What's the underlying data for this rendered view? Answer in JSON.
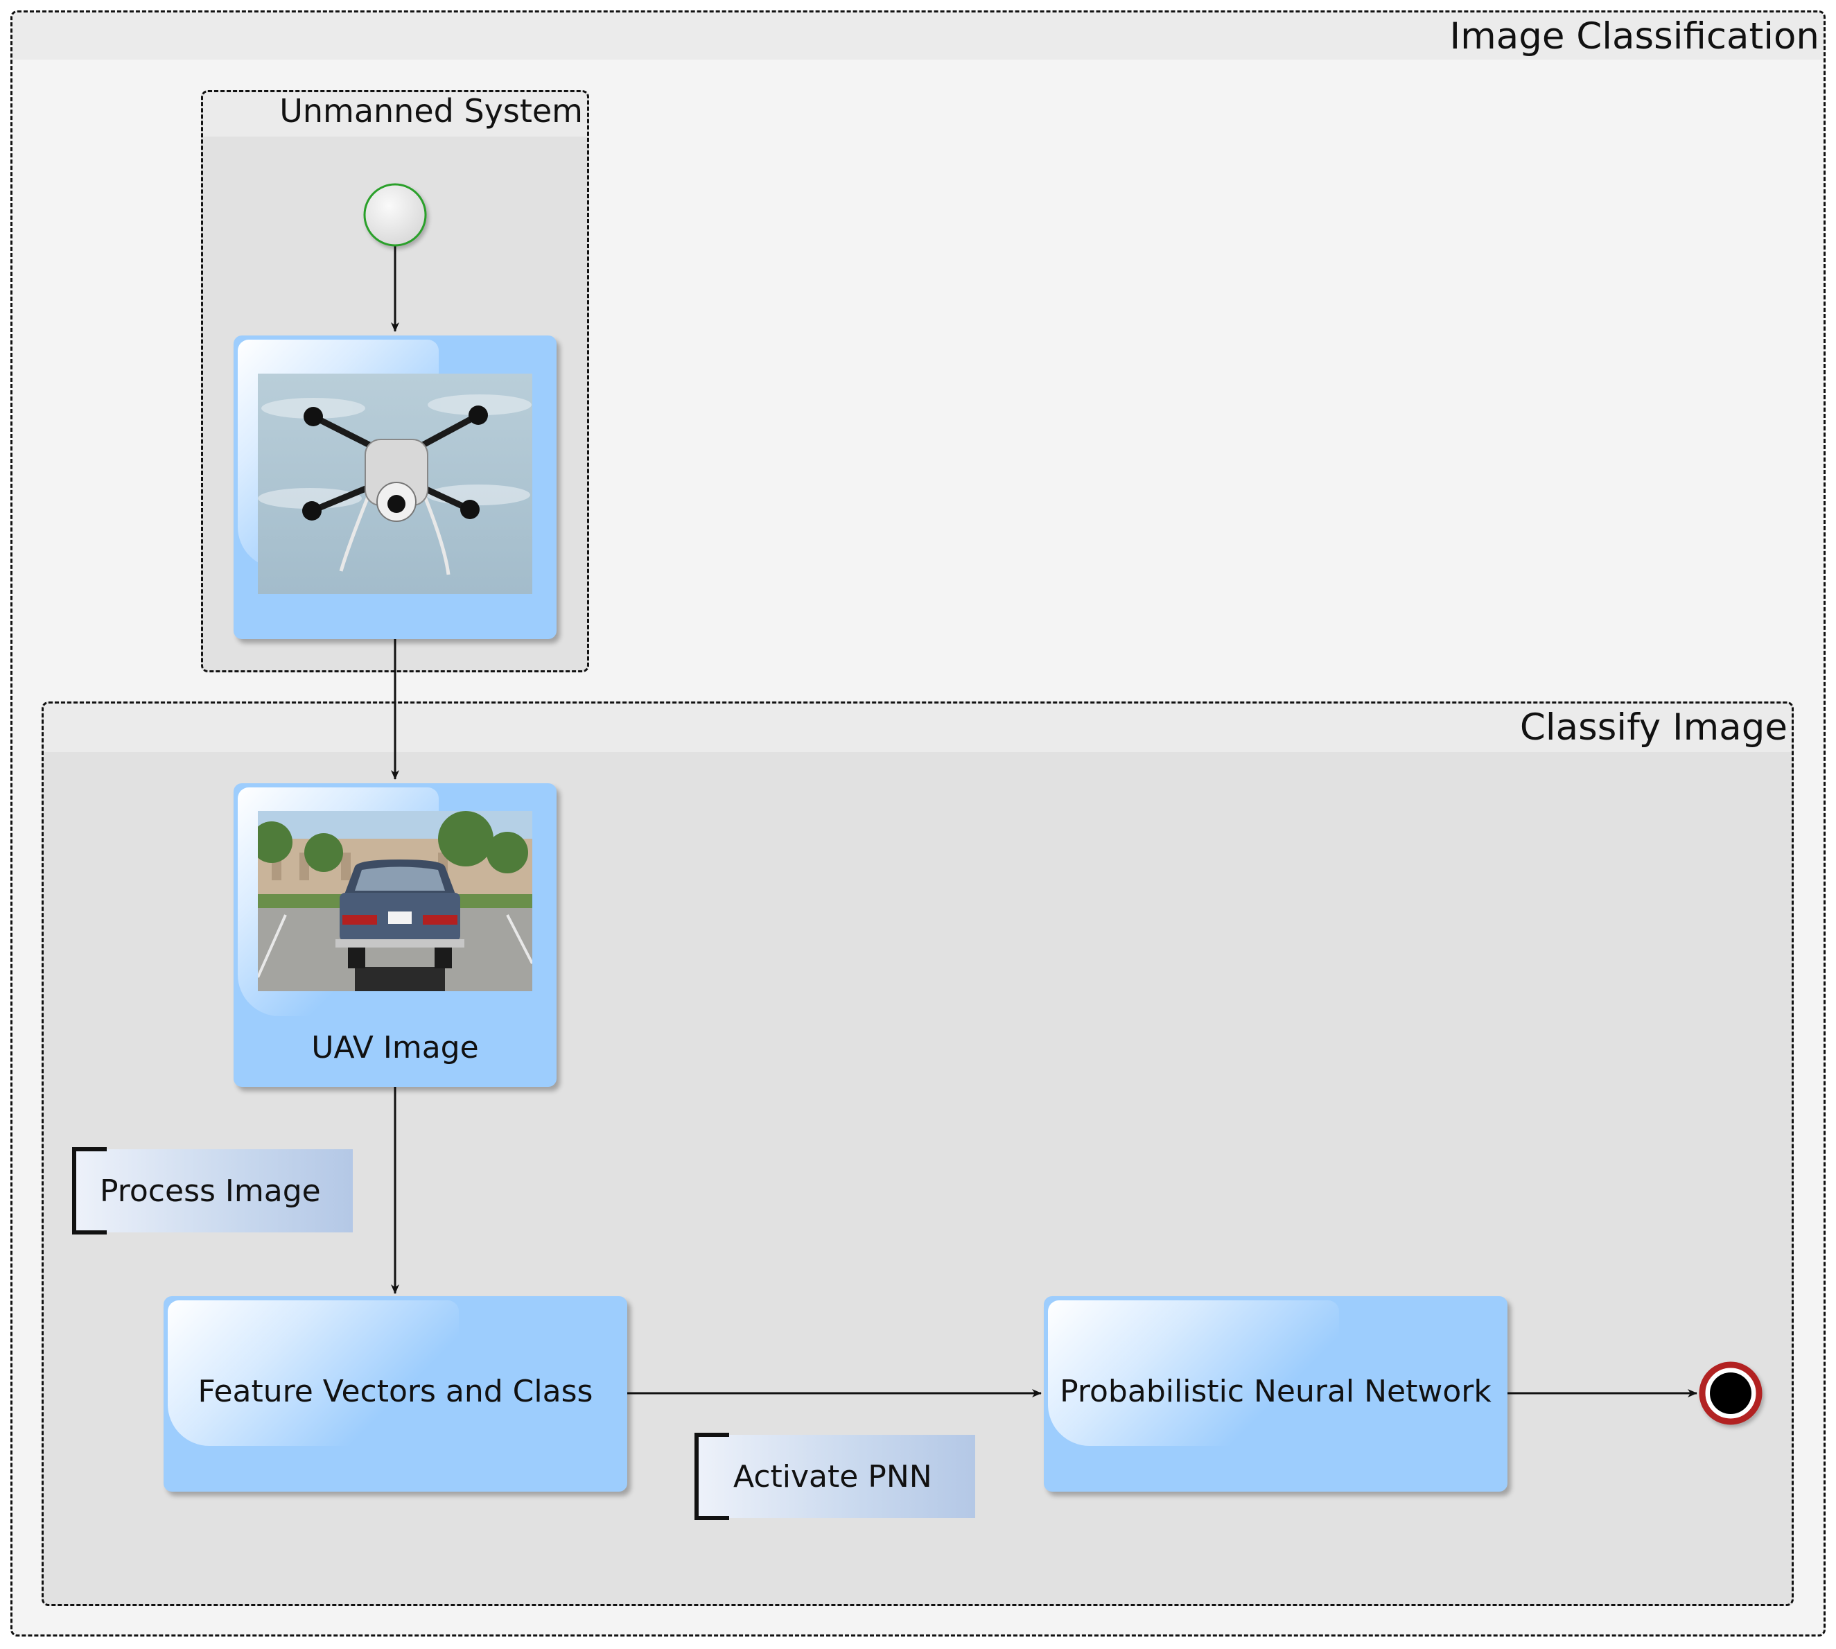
{
  "pools": {
    "outer": {
      "title": "Image Classification"
    },
    "unmanned": {
      "title": "Unmanned System"
    },
    "classify": {
      "title": "Classify Image"
    }
  },
  "nodes": {
    "uav": {
      "image_name": "quadcopter-drone-image"
    },
    "uav_image": {
      "label": "UAV Image",
      "image_name": "parked-car-rear-image"
    },
    "features": {
      "label": "Feature Vectors and Class"
    },
    "pnn": {
      "label": "Probabilistic Neural Network"
    }
  },
  "annotations": {
    "process": "Process Image",
    "activate": "Activate PNN"
  },
  "events": {
    "start": {
      "stroke": "#2aa02a"
    },
    "end": {
      "stroke": "#b22222"
    }
  },
  "colors": {
    "task_fill": "#9dcdfd",
    "pool_bg": "#f4f4f4",
    "lane_bg": "#e1e1e1",
    "header_bg": "#ebebeb"
  }
}
